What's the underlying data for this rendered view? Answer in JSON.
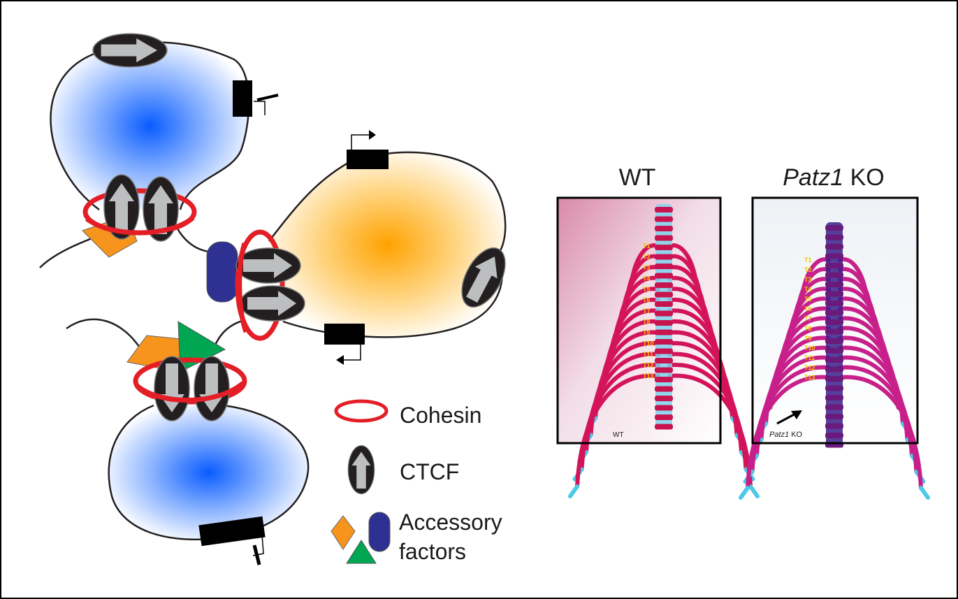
{
  "panels": {
    "wt": {
      "title": "WT",
      "photo_caption": "WT",
      "vertebra_labels": [
        "T1",
        "T2",
        "T3",
        "T4",
        "T5",
        "T6",
        "T7",
        "T8",
        "T9",
        "T10",
        "T11",
        "T12",
        "T13"
      ]
    },
    "ko": {
      "title_gene": "Patz1",
      "title_suffix": " KO",
      "photo_caption_gene": "Patz1",
      "photo_caption_suffix": " KO",
      "vertebra_labels": [
        "T1",
        "T2",
        "T3",
        "T4",
        "T5",
        "T6",
        "T7",
        "T8",
        "T9",
        "T10",
        "T11",
        "T12",
        "T13"
      ]
    }
  },
  "legend": {
    "cohesin": "Cohesin",
    "ctcf": "CTCF",
    "accessory_line1": "Accessory",
    "accessory_line2": "factors"
  },
  "colors": {
    "loop_blue": "#1a6cff",
    "loop_orange": "#ffa500",
    "cohesin_red": "#e41e26",
    "ctcf_black": "#231f20",
    "arrow_grey": "#bcbec0",
    "factor_orange": "#f7941d",
    "factor_green": "#00a651",
    "factor_blue": "#2e3192",
    "bone_red": "#d4145a",
    "cartilage_blue": "#4ec9e8",
    "vertebra_label": "#f2c400"
  }
}
